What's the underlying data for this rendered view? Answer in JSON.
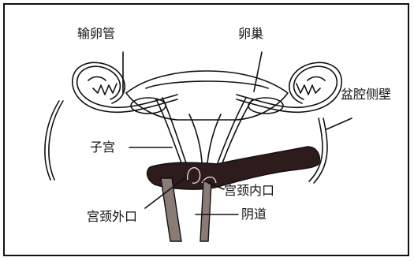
{
  "labels": {
    "fallopian_tube": "输卵管",
    "ovary": "卵巢",
    "pelvic_wall": "盆腔侧壁",
    "uterus": "子宫",
    "internal_os": "宫颈内口",
    "external_os": "宫颈外口",
    "vagina": "阴道"
  },
  "colors": {
    "outline": "#111111",
    "rectum_fill": "#2e1b1b",
    "vaginal_tube": "#8a7b74"
  }
}
